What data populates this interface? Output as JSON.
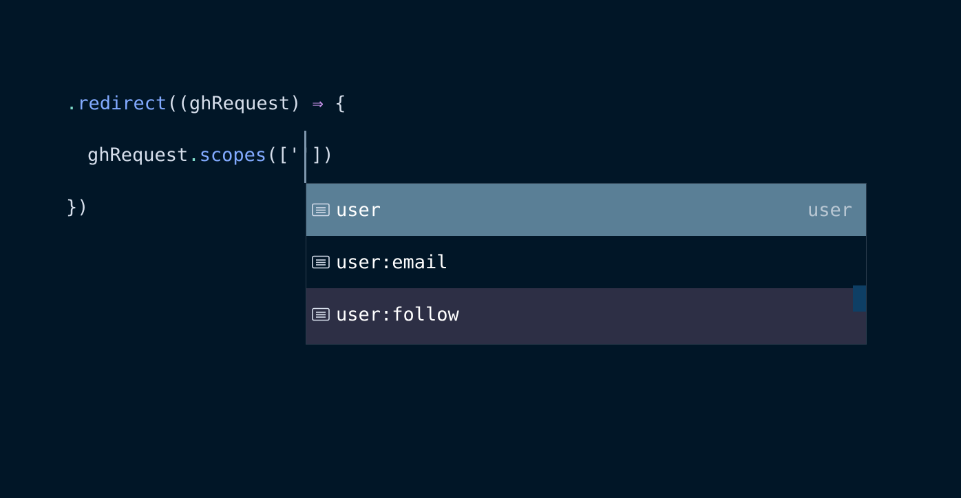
{
  "editor": {
    "line1": {
      "dot": ".",
      "method": "redirect",
      "open": "((",
      "param": "ghRequest",
      "close": ")",
      "arrow": "⇒",
      "brace": "{"
    },
    "line2": {
      "object": "ghRequest",
      "dot": ".",
      "method": "scopes",
      "args_open": "(['",
      "args_close": "'])"
    },
    "line3": {
      "text": "})"
    }
  },
  "suggestions": {
    "items": [
      {
        "icon": "text-lines-icon",
        "label": "user",
        "detail": "user",
        "selected": true
      },
      {
        "icon": "text-lines-icon",
        "label": "user:email",
        "detail": "",
        "selected": false
      },
      {
        "icon": "text-lines-icon",
        "label": "user:follow",
        "detail": "",
        "selected": false
      }
    ]
  },
  "colors": {
    "background": "#011627",
    "selected_row": "#5a7f96",
    "method": "#82aaff",
    "arrow": "#c792ea",
    "dropdown": "#2d2f45"
  }
}
